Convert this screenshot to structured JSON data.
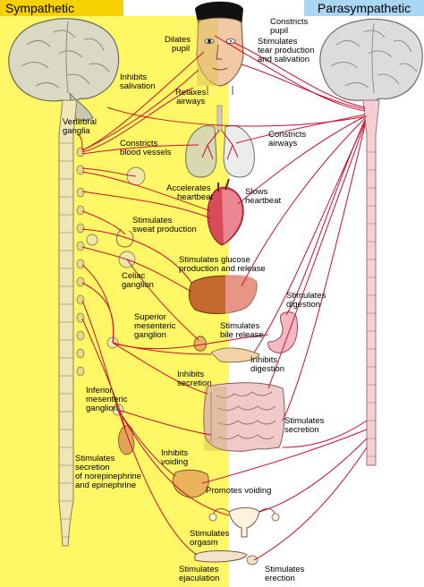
{
  "colors": {
    "sympathetic_bg": "#fff766",
    "sympathetic_header": "#f7d000",
    "parasympathetic_header": "#a9d6f2",
    "nerve": "#c8102e",
    "brain": "#d9d9c4",
    "cord": "#efe6b8"
  },
  "headers": {
    "sympathetic": "Sympathetic",
    "parasympathetic": "Parasympathetic"
  },
  "labels": {
    "dilates_pupil": [
      "Dilates",
      "pupil"
    ],
    "constricts_pupil": [
      "Constricts",
      "pupil"
    ],
    "stimulates_tear": [
      "Stimulates",
      "tear production",
      "and salivation"
    ],
    "inhibits_salivation": [
      "Inhibits",
      "salivation"
    ],
    "relaxes_airways": [
      "Relaxes",
      "airways"
    ],
    "constricts_airways": [
      "Constricts",
      "airways"
    ],
    "vertebral_ganglia": [
      "Vertebral",
      "ganglia"
    ],
    "constricts_blood_vessels": [
      "Constricts",
      "blood vessels"
    ],
    "accelerates_heartbeat": [
      "Accelerates",
      "heartbeat"
    ],
    "slows_heartbeat": [
      "Slows",
      "heartbeat"
    ],
    "stimulates_sweat": [
      "Stimulates",
      "sweat production"
    ],
    "stimulates_glucose": [
      "Stimulates glucose",
      "production and release"
    ],
    "celiac_ganglion": [
      "Celiac",
      "ganglion"
    ],
    "stimulates_digestion": [
      "Stimulates",
      "digestion"
    ],
    "superior_mesenteric": [
      "Superior",
      "mesenteric",
      "ganglion"
    ],
    "stimulates_bile": [
      "Stimulates",
      "bile release"
    ],
    "inhibits_digestion": [
      "Inhibits",
      "digestion"
    ],
    "inhibits_secretion": [
      "Inhibits",
      "secretion"
    ],
    "inferior_mesenteric": [
      "Inferior",
      "mesenteric",
      "ganglion"
    ],
    "stimulates_secretion": [
      "Stimulates",
      "secretion"
    ],
    "stimulates_norepinephrine": [
      "Stimulates",
      "secretion",
      "of norepinephrine",
      "and epinephrine"
    ],
    "inhibits_voiding": [
      "Inhibits",
      "voiding"
    ],
    "promotes_voiding": [
      "Promotes voiding"
    ],
    "stimulates_orgasm": [
      "Stimulates",
      "orgasm"
    ],
    "stimulates_ejaculation": [
      "Stimulates",
      "ejaculation"
    ],
    "stimulates_erection": [
      "Stimulates",
      "erection"
    ]
  }
}
